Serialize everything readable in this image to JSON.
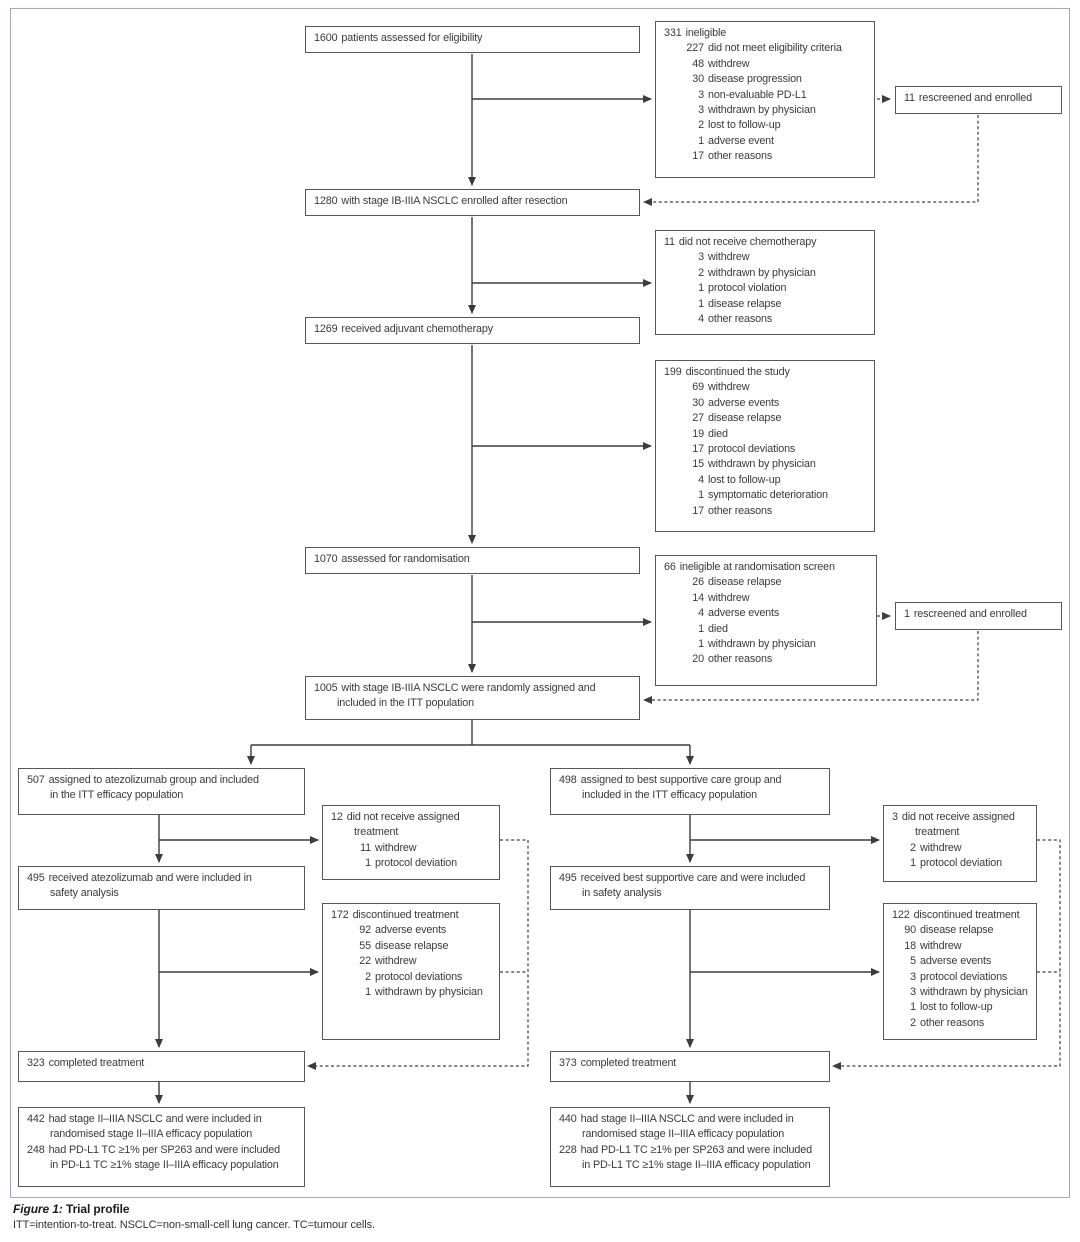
{
  "figure": {
    "caption_label": "Figure 1:",
    "caption_title": " Trial profile",
    "caption_note": "ITT=intention-to-treat. NSCLC=non-small-cell lung cancer. TC=tumour cells."
  },
  "colors": {
    "box_border": "#575757",
    "connector": "#3c3c3c",
    "frame_border": "#b79fab",
    "text": "#3a3a3a"
  },
  "boxes": {
    "assessed": [
      {
        "n": "1600",
        "t": "patients assessed for eligibility",
        "k": "head"
      }
    ],
    "ineligible": [
      {
        "n": "331",
        "t": "ineligible",
        "k": "head"
      },
      {
        "n": "227",
        "t": "did not meet eligibility criteria",
        "k": "sub"
      },
      {
        "n": "48",
        "t": "withdrew",
        "k": "sub"
      },
      {
        "n": "30",
        "t": "disease progression",
        "k": "sub"
      },
      {
        "n": "3",
        "t": "non-evaluable PD-L1",
        "k": "sub"
      },
      {
        "n": "3",
        "t": "withdrawn by physician",
        "k": "sub"
      },
      {
        "n": "2",
        "t": "lost to follow-up",
        "k": "sub"
      },
      {
        "n": "1",
        "t": "adverse event",
        "k": "sub"
      },
      {
        "n": "17",
        "t": "other reasons",
        "k": "sub"
      }
    ],
    "rescreened1": [
      {
        "n": "11",
        "t": "rescreened and enrolled",
        "k": "head"
      }
    ],
    "enrolled": [
      {
        "n": "1280",
        "t": "with stage IB-IIIA NSCLC enrolled after resection",
        "k": "head"
      }
    ],
    "no_chemo": [
      {
        "n": "11",
        "t": "did not receive chemotherapy",
        "k": "head"
      },
      {
        "n": "3",
        "t": "withdrew",
        "k": "sub"
      },
      {
        "n": "2",
        "t": "withdrawn by physician",
        "k": "sub"
      },
      {
        "n": "1",
        "t": "protocol violation",
        "k": "sub"
      },
      {
        "n": "1",
        "t": "disease relapse",
        "k": "sub"
      },
      {
        "n": "4",
        "t": "other reasons",
        "k": "sub"
      }
    ],
    "chemo": [
      {
        "n": "1269",
        "t": "received adjuvant chemotherapy",
        "k": "head"
      }
    ],
    "disc_study": [
      {
        "n": "199",
        "t": "discontinued the study",
        "k": "head"
      },
      {
        "n": "69",
        "t": "withdrew",
        "k": "sub"
      },
      {
        "n": "30",
        "t": "adverse events",
        "k": "sub"
      },
      {
        "n": "27",
        "t": "disease relapse",
        "k": "sub"
      },
      {
        "n": "19",
        "t": "died",
        "k": "sub"
      },
      {
        "n": "17",
        "t": "protocol deviations",
        "k": "sub"
      },
      {
        "n": "15",
        "t": "withdrawn by physician",
        "k": "sub"
      },
      {
        "n": "4",
        "t": "lost to follow-up",
        "k": "sub"
      },
      {
        "n": "1",
        "t": "symptomatic deterioration",
        "k": "sub"
      },
      {
        "n": "17",
        "t": "other reasons",
        "k": "sub"
      }
    ],
    "rand_assessed": [
      {
        "n": "1070",
        "t": "assessed for randomisation",
        "k": "head"
      }
    ],
    "inelig_rand": [
      {
        "n": "66",
        "t": "ineligible at randomisation screen",
        "k": "head"
      },
      {
        "n": "26",
        "t": "disease relapse",
        "k": "sub"
      },
      {
        "n": "14",
        "t": "withdrew",
        "k": "sub"
      },
      {
        "n": "4",
        "t": "adverse events",
        "k": "sub"
      },
      {
        "n": "1",
        "t": "died",
        "k": "sub"
      },
      {
        "n": "1",
        "t": "withdrawn by physician",
        "k": "sub"
      },
      {
        "n": "20",
        "t": "other reasons",
        "k": "sub"
      }
    ],
    "rescreened2": [
      {
        "n": "1",
        "t": "rescreened and enrolled",
        "k": "head"
      }
    ],
    "itt": [
      {
        "n": "1005",
        "t": "with stage IB-IIIA NSCLC were randomly assigned and",
        "k": "head"
      },
      {
        "n": "",
        "t": "included in the ITT population",
        "k": "cont"
      }
    ],
    "atezo_assigned": [
      {
        "n": "507",
        "t": "assigned to atezolizumab group and included",
        "k": "head"
      },
      {
        "n": "",
        "t": "in the ITT efficacy population",
        "k": "cont"
      }
    ],
    "atezo_no_treat": [
      {
        "n": "12",
        "t": "did not receive assigned",
        "k": "head"
      },
      {
        "n": "",
        "t": "treatment",
        "k": "cont"
      },
      {
        "n": "11",
        "t": "withdrew",
        "k": "sub"
      },
      {
        "n": "1",
        "t": "protocol deviation",
        "k": "sub"
      }
    ],
    "atezo_safety": [
      {
        "n": "495",
        "t": "received atezolizumab and were included in",
        "k": "head"
      },
      {
        "n": "",
        "t": "safety analysis",
        "k": "cont"
      }
    ],
    "atezo_disc": [
      {
        "n": "172",
        "t": "discontinued treatment",
        "k": "head"
      },
      {
        "n": "92",
        "t": "adverse events",
        "k": "sub"
      },
      {
        "n": "55",
        "t": "disease relapse",
        "k": "sub"
      },
      {
        "n": "22",
        "t": "withdrew",
        "k": "sub"
      },
      {
        "n": "2",
        "t": "protocol deviations",
        "k": "sub"
      },
      {
        "n": "1",
        "t": "withdrawn by physician",
        "k": "sub"
      }
    ],
    "atezo_completed": [
      {
        "n": "323",
        "t": "completed treatment",
        "k": "head"
      }
    ],
    "atezo_efficacy": [
      {
        "n": "442",
        "t": "had stage II–IIIA NSCLC and were included in",
        "k": "head"
      },
      {
        "n": "",
        "t": "randomised stage II–IIIA efficacy population",
        "k": "cont"
      },
      {
        "n": "248",
        "t": "had PD-L1 TC ≥1% per SP263 and were included",
        "k": "head"
      },
      {
        "n": "",
        "t": "in PD-L1 TC ≥1% stage II–IIIA efficacy population",
        "k": "cont"
      }
    ],
    "bsc_assigned": [
      {
        "n": "498",
        "t": "assigned to best supportive care group and",
        "k": "head"
      },
      {
        "n": "",
        "t": "included in the ITT efficacy population",
        "k": "cont"
      }
    ],
    "bsc_no_treat": [
      {
        "n": "3",
        "t": "did not receive assigned",
        "k": "head"
      },
      {
        "n": "",
        "t": "treatment",
        "k": "cont"
      },
      {
        "n": "2",
        "t": "withdrew",
        "k": "sub"
      },
      {
        "n": "1",
        "t": "protocol deviation",
        "k": "sub"
      }
    ],
    "bsc_safety": [
      {
        "n": "495",
        "t": "received best supportive care and were included",
        "k": "head"
      },
      {
        "n": "",
        "t": "in safety analysis",
        "k": "cont"
      }
    ],
    "bsc_disc": [
      {
        "n": "122",
        "t": "discontinued treatment",
        "k": "head"
      },
      {
        "n": "90",
        "t": "disease relapse",
        "k": "sub"
      },
      {
        "n": "18",
        "t": "withdrew",
        "k": "sub"
      },
      {
        "n": "5",
        "t": "adverse events",
        "k": "sub"
      },
      {
        "n": "3",
        "t": "protocol deviations",
        "k": "sub"
      },
      {
        "n": "3",
        "t": "withdrawn by physician",
        "k": "sub"
      },
      {
        "n": "1",
        "t": "lost to follow-up",
        "k": "sub"
      },
      {
        "n": "2",
        "t": "other reasons",
        "k": "sub"
      }
    ],
    "bsc_completed": [
      {
        "n": "373",
        "t": "completed treatment",
        "k": "head"
      }
    ],
    "bsc_efficacy": [
      {
        "n": "440",
        "t": "had stage II–IIIA NSCLC and were included in",
        "k": "head"
      },
      {
        "n": "",
        "t": "randomised stage II–IIIA efficacy population",
        "k": "cont"
      },
      {
        "n": "228",
        "t": "had PD-L1 TC ≥1% per SP263 and were included",
        "k": "head"
      },
      {
        "n": "",
        "t": "in PD-L1 TC ≥1% stage II–IIIA efficacy population",
        "k": "cont"
      }
    ]
  }
}
